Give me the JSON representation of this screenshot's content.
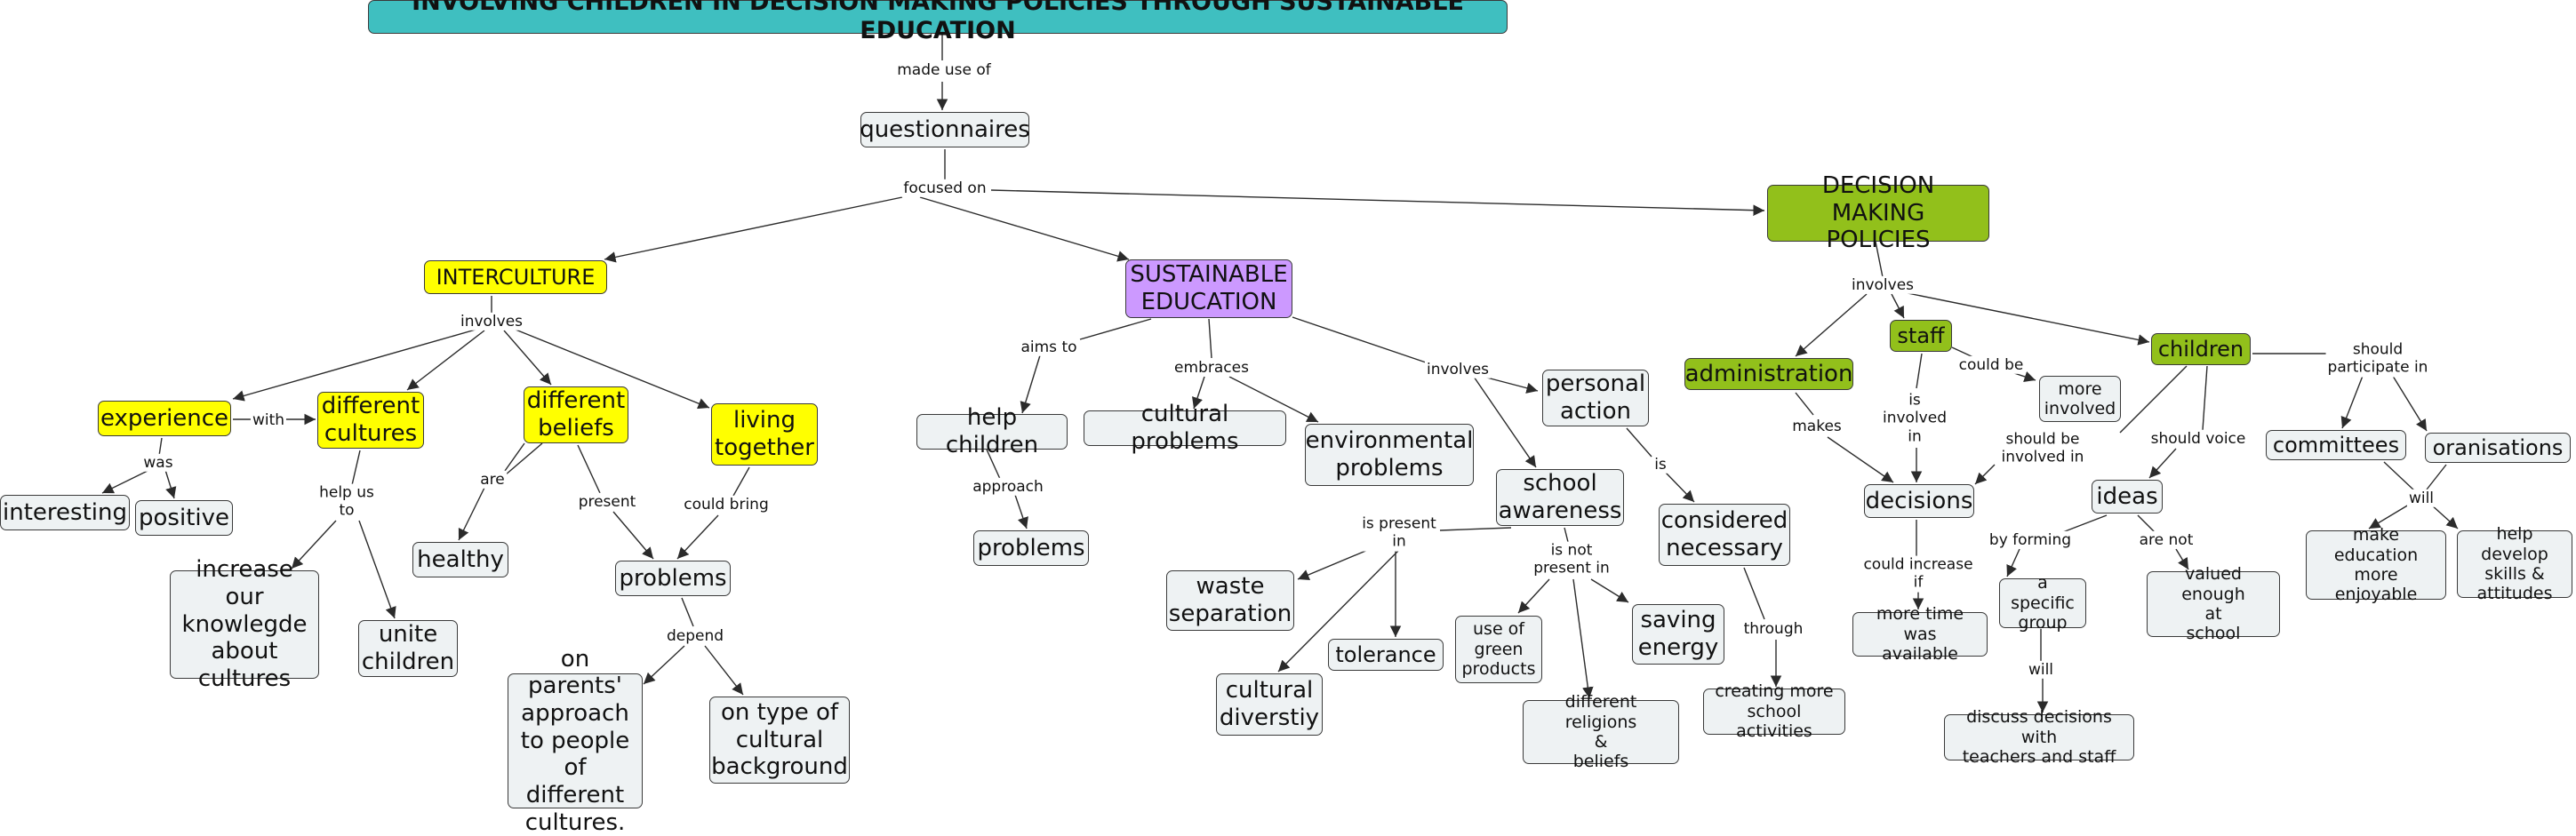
{
  "title": "INVOLVING CHILDREN IN DECISION MAKING POLICIES THROUGH SUSTAINABLE EDUCATION",
  "nodes": {
    "questionnaires": "questionnaires",
    "interculture": "INTERCULTURE",
    "sustainable_education": "SUSTAINABLE\nEDUCATION",
    "decision_making_policies": "DECISION MAKING\nPOLICIES",
    "experience": "experience",
    "different_cultures": "different\ncultures",
    "different_beliefs": "different\nbeliefs",
    "living_together": "living\ntogether",
    "interesting": "interesting",
    "positive": "positive",
    "healthy": "healthy",
    "problems_1": "problems",
    "increase_knowledge": "increase our\nknowlegde\nabout\ncultures",
    "unite_children": "unite\nchildren",
    "parents_approach": "on parents'\napproach\nto people\nof different\ncultures.",
    "cultural_background": "on type of\ncultural\nbackground",
    "help_children": "help children",
    "problems_2": "problems",
    "cultural_problems": "cultural problems",
    "environmental_problems": "environmental\nproblems",
    "personal_action": "personal\naction",
    "school_awareness": "school\nawareness",
    "considered_necessary": "considered\nnecessary",
    "waste_separation": "waste\nseparation",
    "cultural_diversity": "cultural\ndiverstiy",
    "tolerance": "tolerance",
    "green_products": "use of\ngreen\nproducts",
    "different_religions": "different religions\n&\nbeliefs",
    "saving_energy": "saving\nenergy",
    "more_school_activities": "creating more\nschool activities",
    "administration": "administration",
    "staff": "staff",
    "children": "children",
    "more_involved": "more\ninvolved",
    "decisions": "decisions",
    "ideas": "ideas",
    "committees": "committees",
    "oranisations": "oranisations",
    "more_time": "more time was\navailable",
    "specific_group": "a specific\ngroup",
    "valued_enough": "valued enough\nat\nschool",
    "discuss_decisions": "discuss decisions with\nteachers and staff",
    "make_education": "make education\nmore\nenjoyable",
    "help_develop": "help develop\nskills &\nattitudes"
  },
  "links": {
    "made_use_of": "made use of",
    "focused_on": "focused on",
    "involves_1": "involves",
    "with": "with",
    "was": "was",
    "help_us_to": "help us\nto",
    "are": "are",
    "present": "present",
    "could_bring": "could bring",
    "depend": "depend",
    "aims_to": "aims to",
    "approach": "approach",
    "embraces": "embraces",
    "involves_2": "involves",
    "is": "is",
    "is_present_in": "is present\nin",
    "is_not_present_in": "is not\npresent in",
    "through": "through",
    "involves_3": "involves",
    "makes": "makes",
    "is_involved_in": "is\ninvolved\nin",
    "could_be": "could be",
    "should_be_involved_in": "should be\ninvolved in",
    "should_voice": "should voice",
    "should_participate_in": "should\nparticipate in",
    "could_increase_if": "could increase\nif",
    "by_forming": "by forming",
    "are_not": "are not",
    "will_1": "will",
    "will_2": "will"
  },
  "colors": {
    "title": "#3fbfc0",
    "yellow": "#ffff00",
    "green": "#92c01b",
    "purple": "#cc99ff",
    "node": "#eef2f3",
    "line": "#2b2b2b"
  }
}
